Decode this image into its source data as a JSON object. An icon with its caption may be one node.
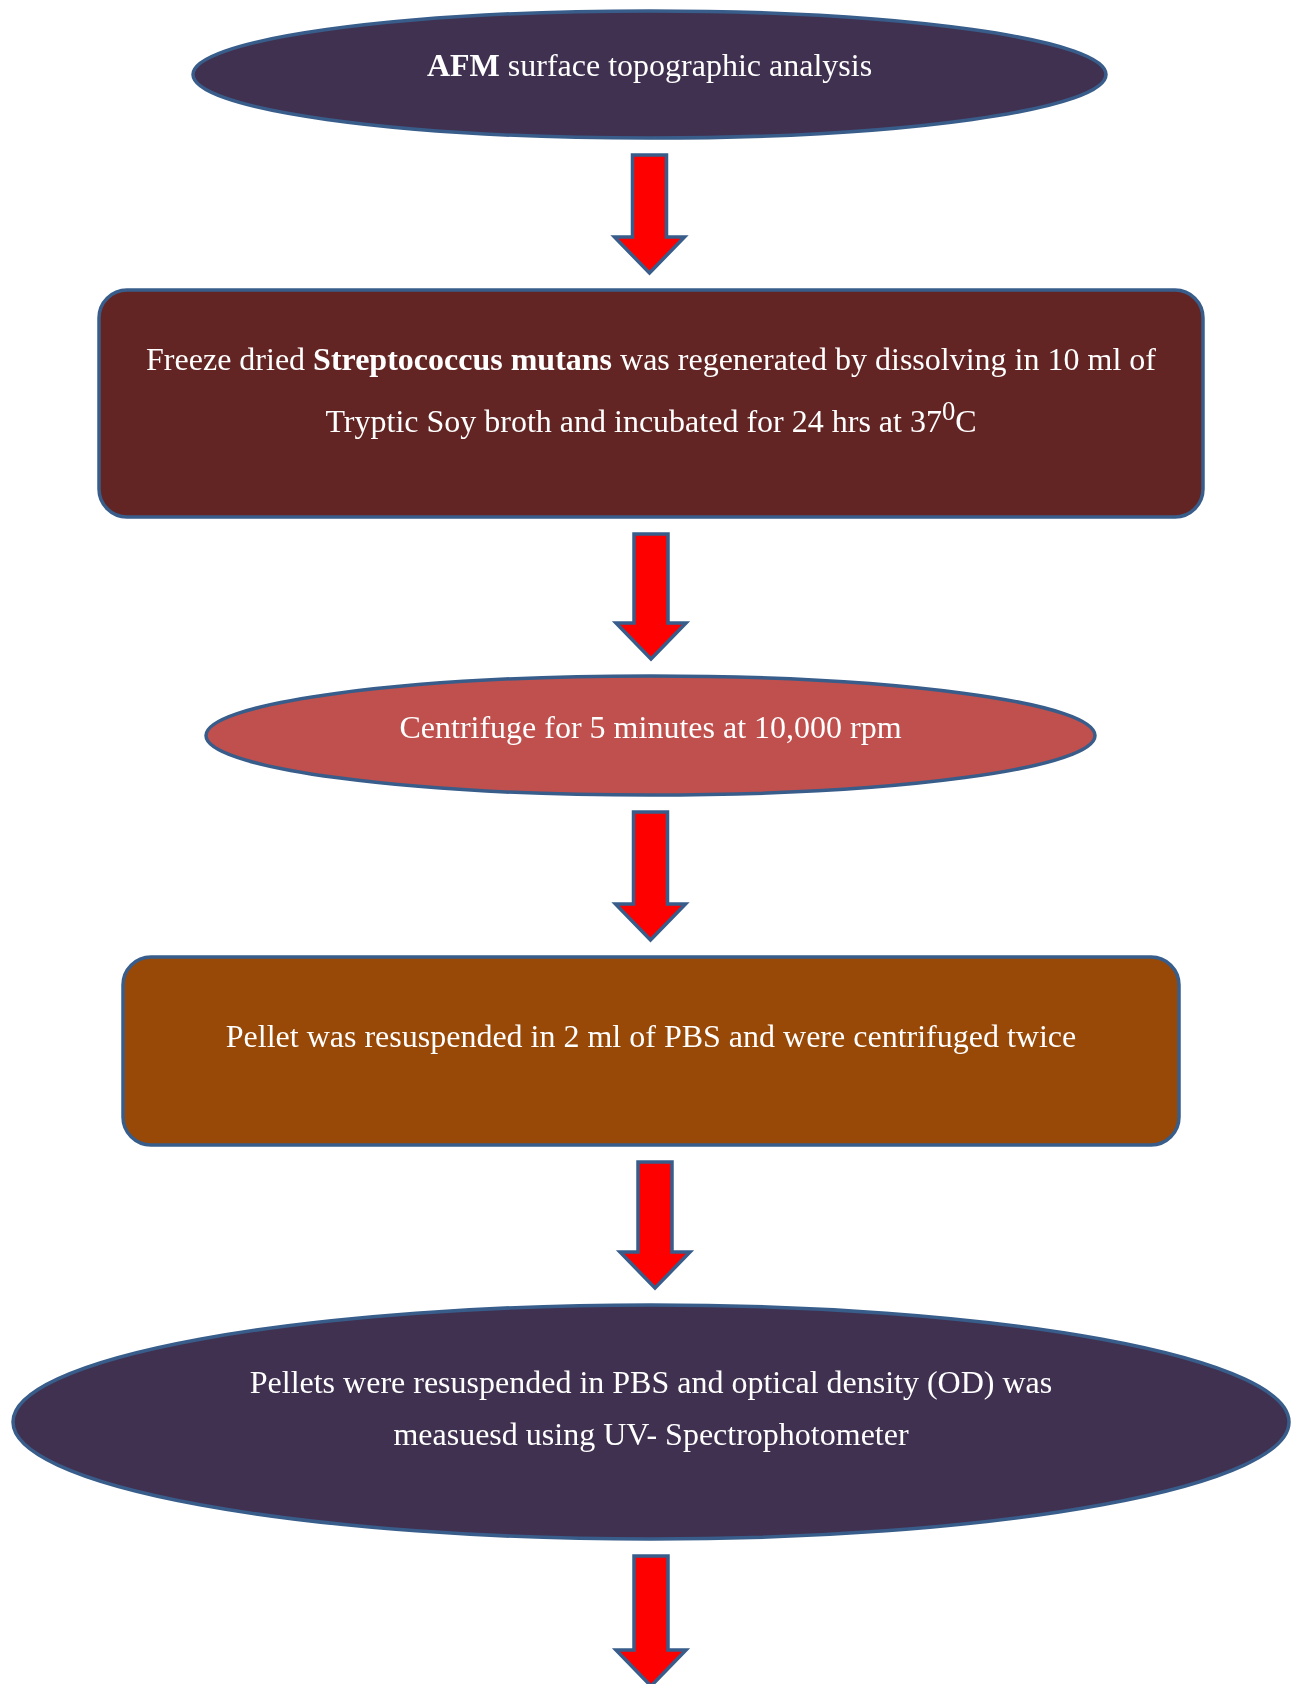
{
  "diagram": {
    "nodes": [
      {
        "text": [
          "**AFM** surface topographic analysis"
        ]
      },
      {
        "text": [
          "Freeze dried **Streptococcus mutans** was regenerated by dissolving in 10 ml of Tryptic Soy broth and incubated for 24 hrs at 37$^{0}$C"
        ]
      },
      {
        "text": [
          "Centrifuge for 5 minutes at 10,000 rpm"
        ]
      },
      {
        "text": [
          "Pellet was resuspended in 2 ml of PBS and were centrifuged twice"
        ]
      },
      {
        "text": [
          "Pellets were resuspended in PBS and optical density (OD) was measuesd using UV- Spectrophotometer"
        ]
      }
    ],
    "edges": [
      {
        "from": 0,
        "to": 1,
        "arrow": "to"
      },
      {
        "from": 1,
        "to": 2,
        "arrow": "to"
      },
      {
        "from": 2,
        "to": 3,
        "arrow": "to"
      },
      {
        "from": 3,
        "to": 4,
        "arrow": "to"
      },
      {
        "from": 4,
        "to": null,
        "arrow": "to"
      }
    ]
  }
}
